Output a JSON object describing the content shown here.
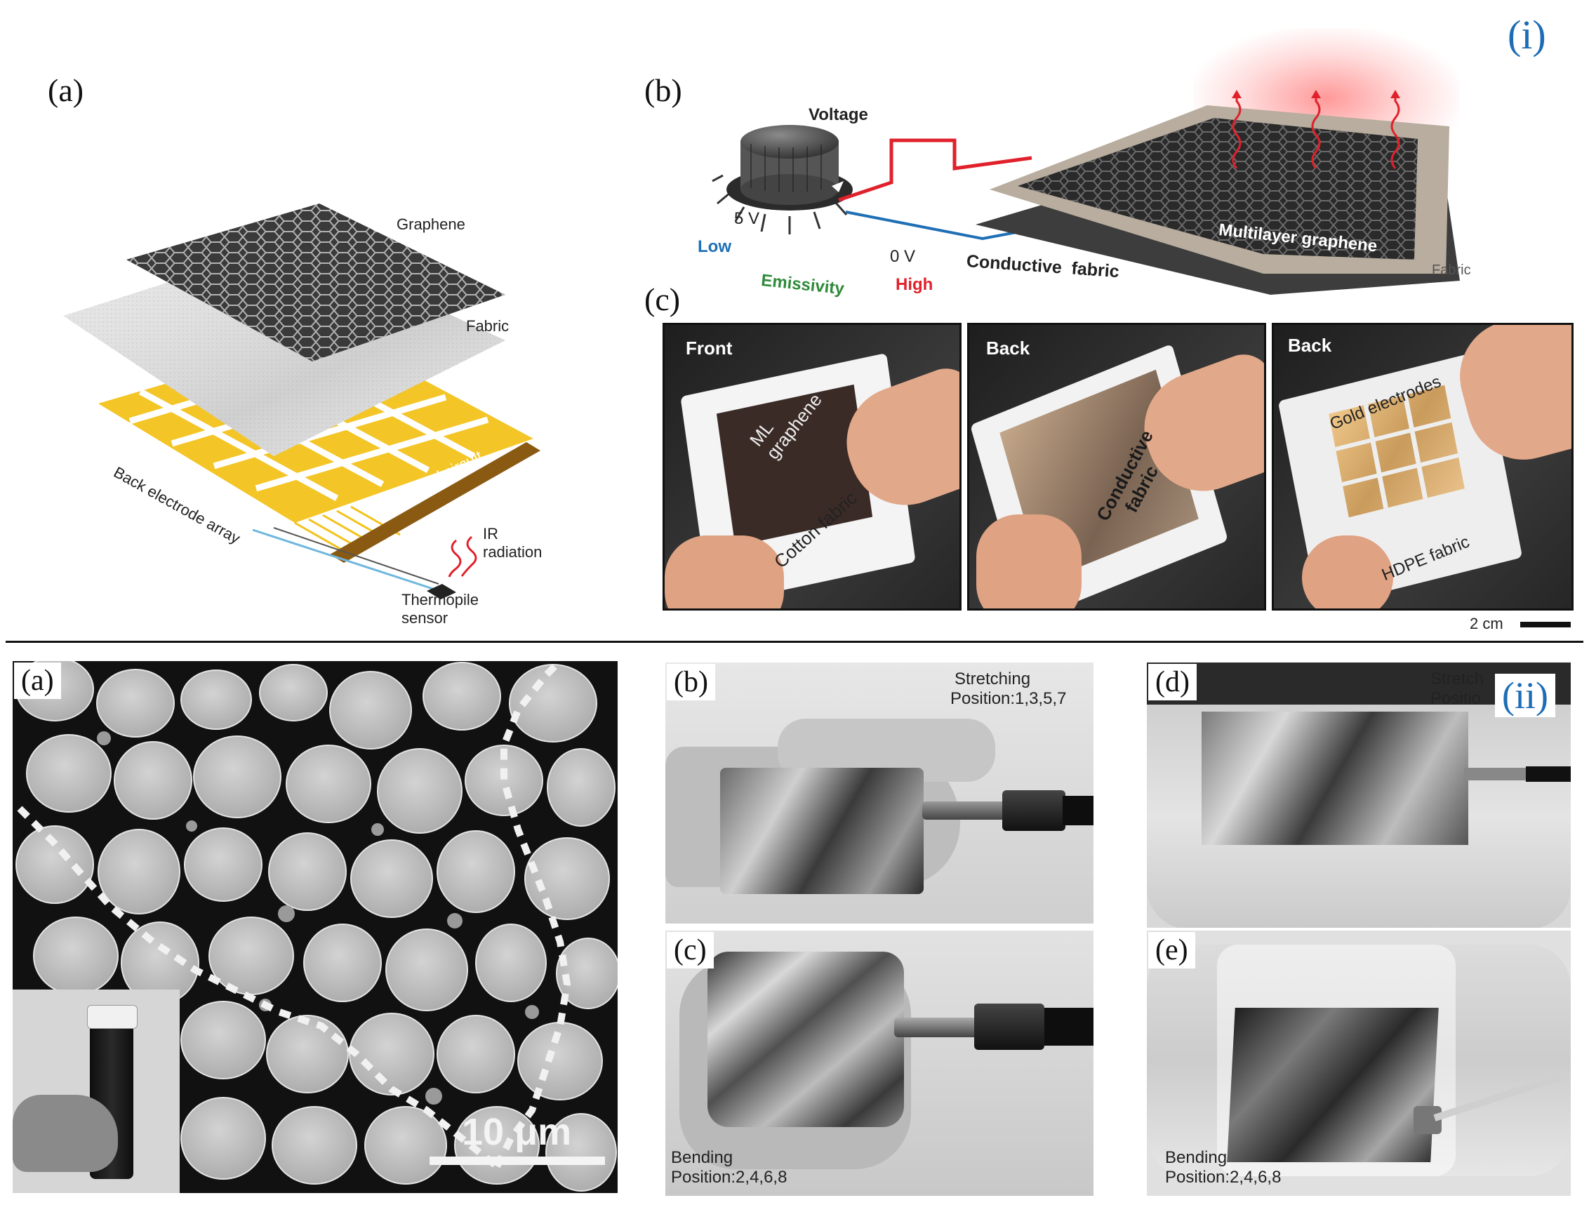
{
  "figure_markers": {
    "part_i": "(i)",
    "part_ii": "(ii)"
  },
  "part_i": {
    "a": {
      "letter": "(a)",
      "labels": {
        "graphene": "Graphene",
        "fabric": "Fabric",
        "back_electrode_array": "Back electrode array",
        "control_circuit": "Control circuit",
        "ir_radiation": "IR radiation",
        "thermopile_sensor": "Thermopile sensor"
      }
    },
    "b": {
      "letter": "(b)",
      "labels": {
        "voltage": "Voltage",
        "five_v": "5 V",
        "zero_v": "0 V",
        "low": "Low",
        "high": "High",
        "emissivity": "Emissivity",
        "multilayer_graphene": "Multilayer graphene",
        "conductive_fabric": "Conductive  fabric",
        "fabric": "Fabric"
      },
      "colors": {
        "low": "#1f6fb5",
        "high": "#e0212b",
        "emissivity": "#2e8b3a"
      }
    },
    "c": {
      "letter": "(c)",
      "photos": [
        {
          "title": "Front",
          "texts": [
            "ML graphene",
            "Cotton fabric"
          ]
        },
        {
          "title": "Back",
          "texts": [
            "Conductive fabric"
          ]
        },
        {
          "title": "Back",
          "texts": [
            "Gold electrodes",
            "HDPE fabric"
          ]
        }
      ],
      "scale_bar": "2 cm"
    }
  },
  "part_ii": {
    "a": {
      "letter": "(a)",
      "scale_bar": "10 μm"
    },
    "b": {
      "letter": "(b)",
      "caption_line1": "Stretching",
      "caption_line2": "Position:1,3,5,7"
    },
    "c": {
      "letter": "(c)",
      "caption_line1": "Bending",
      "caption_line2": "Position:2,4,6,8"
    },
    "d": {
      "letter": "(d)",
      "caption_line1": "Stretch",
      "caption_line2": "Positio"
    },
    "e": {
      "letter": "(e)",
      "caption_line1": "Bending",
      "caption_line2": "Position:2,4,6,8"
    }
  }
}
